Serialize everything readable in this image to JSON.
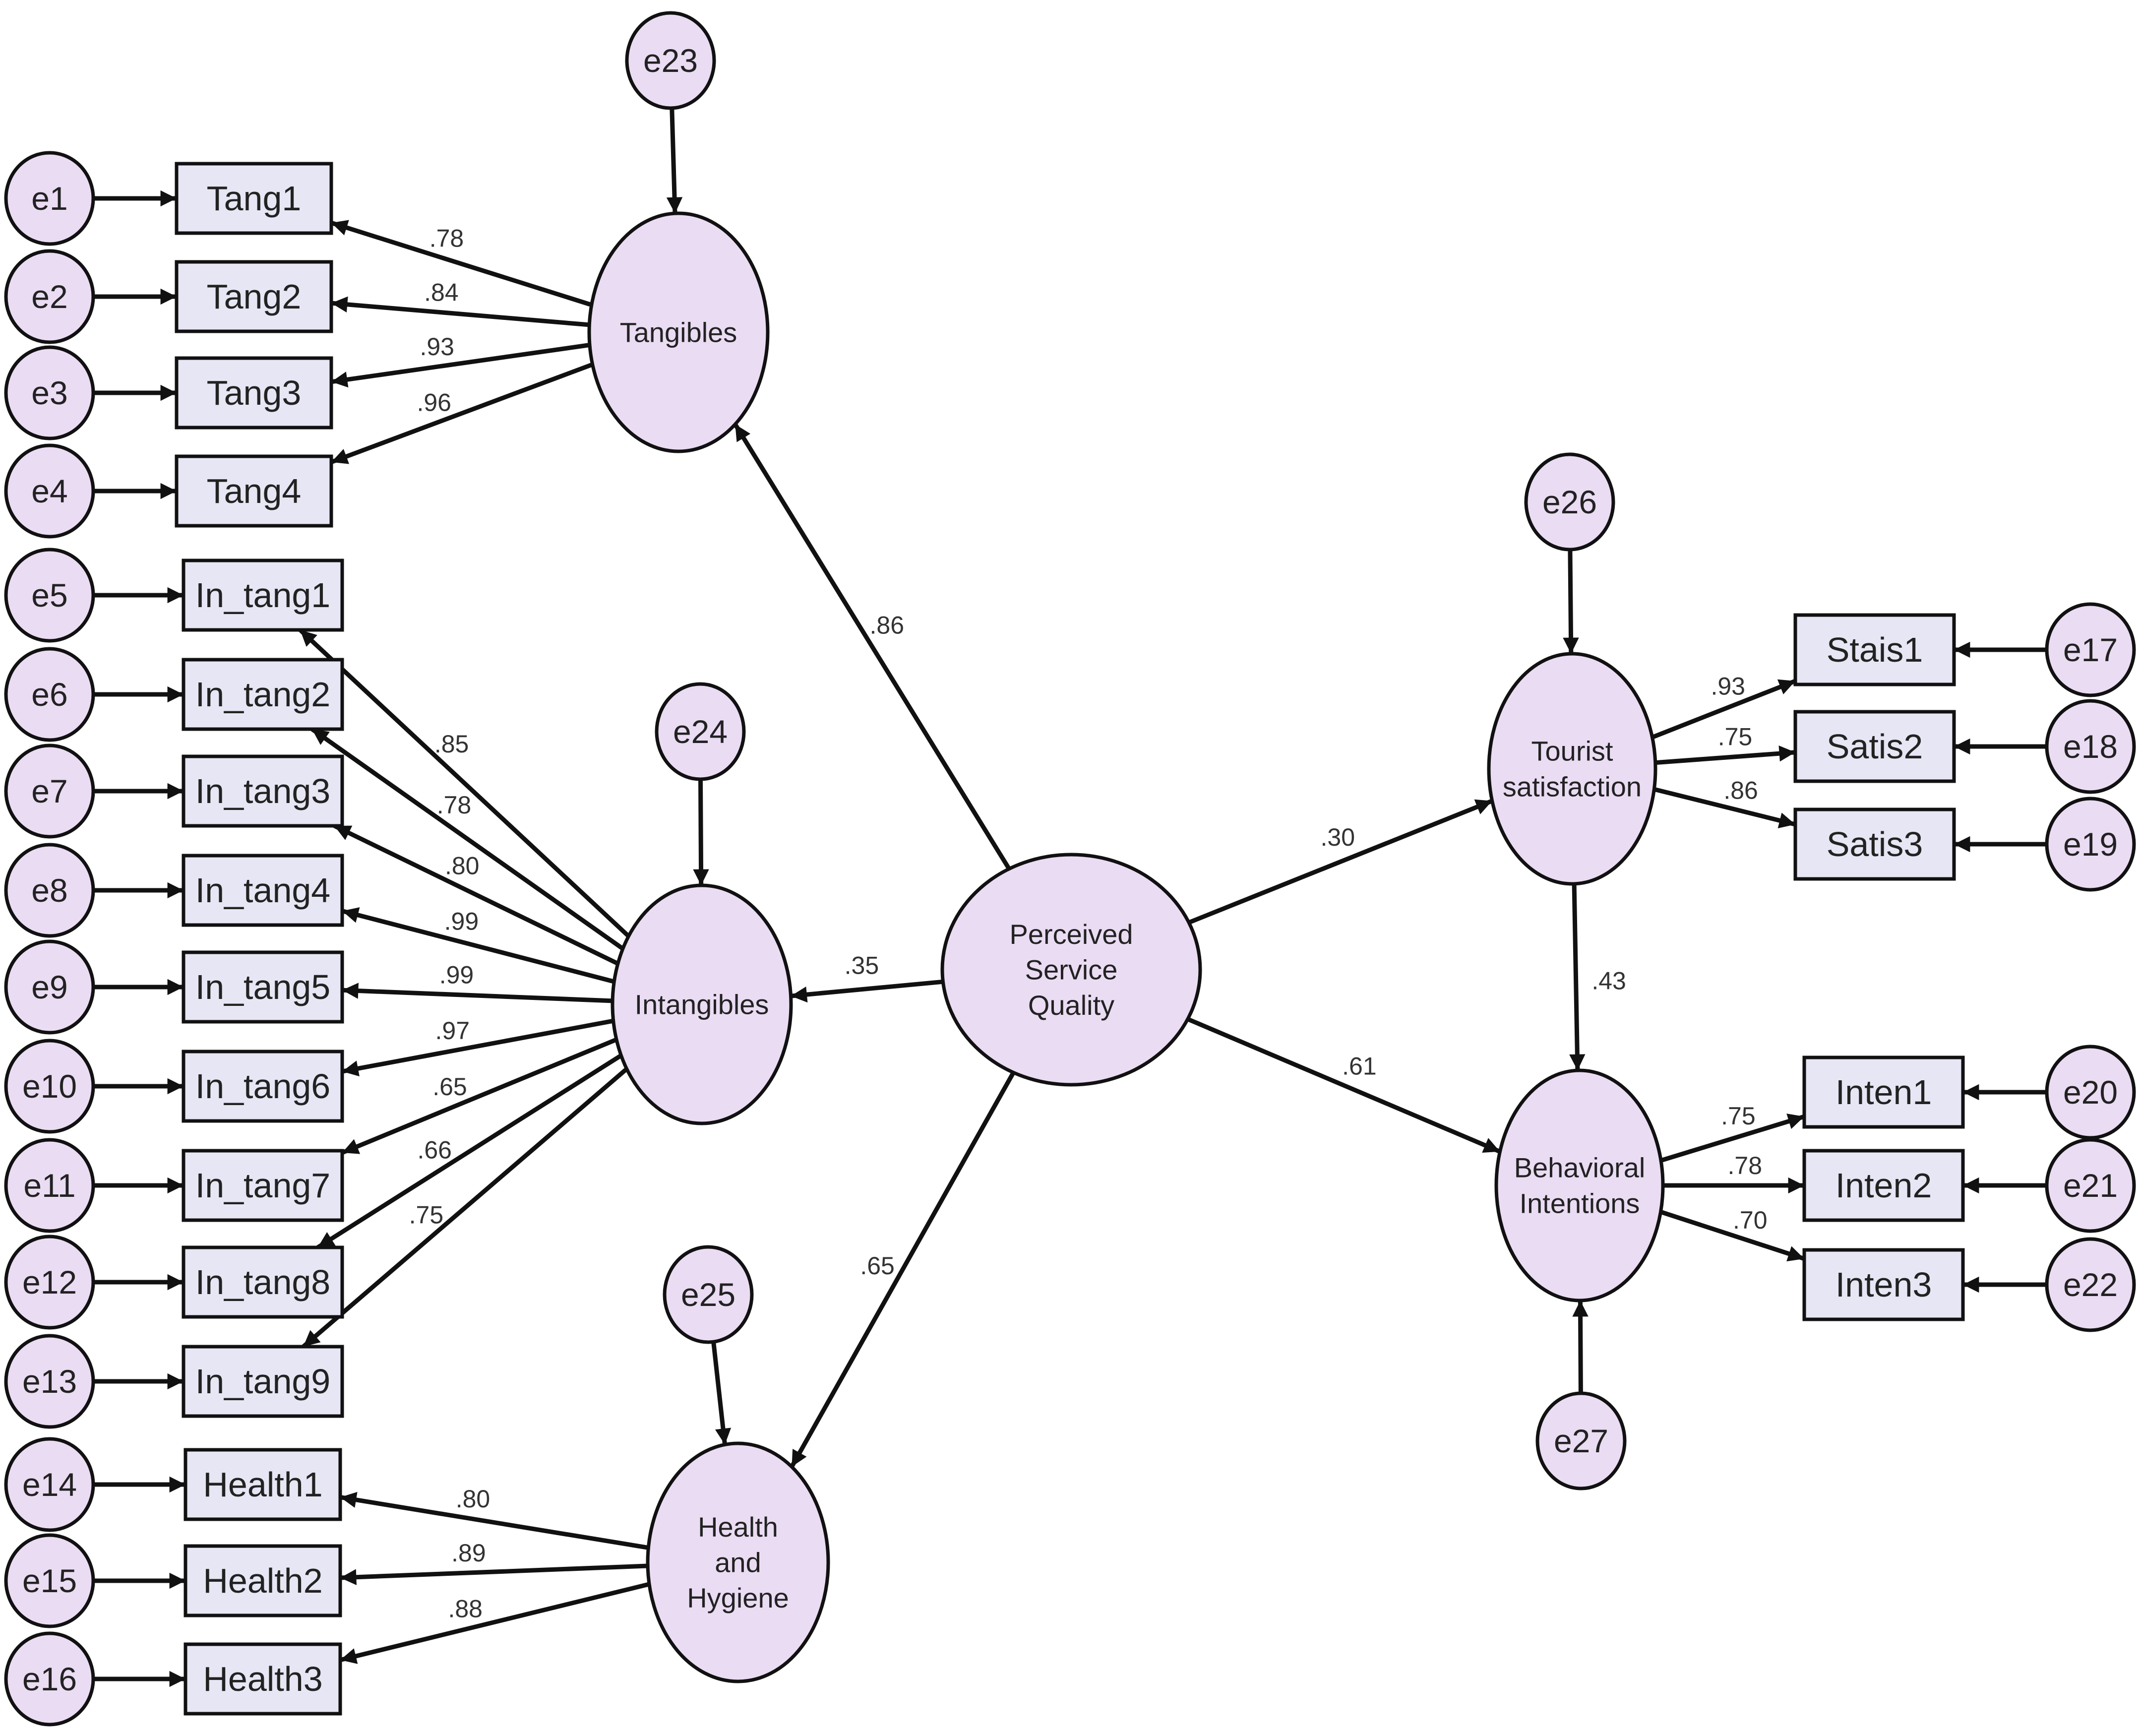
{
  "colors": {
    "ellipse_fill": "#eadcf3",
    "box_fill": "#e6e6f4",
    "stroke": "#111111",
    "text": "#222222"
  },
  "latents": [
    {
      "id": "tangibles",
      "lines": [
        "Tangibles"
      ]
    },
    {
      "id": "intangibles",
      "lines": [
        "Intangibles"
      ]
    },
    {
      "id": "health",
      "lines": [
        "Health",
        "and",
        "Hygiene"
      ]
    },
    {
      "id": "psq",
      "lines": [
        "Perceived",
        "Service",
        "Quality"
      ]
    },
    {
      "id": "satisfaction",
      "lines": [
        "Tourist",
        "satisfaction"
      ]
    },
    {
      "id": "behavior",
      "lines": [
        "Behavioral",
        "Intentions"
      ]
    }
  ],
  "indicators": [
    {
      "id": "tang1",
      "label": "Tang1",
      "error": "e1",
      "factor": "tangibles",
      "loading": ".78"
    },
    {
      "id": "tang2",
      "label": "Tang2",
      "error": "e2",
      "factor": "tangibles",
      "loading": ".84"
    },
    {
      "id": "tang3",
      "label": "Tang3",
      "error": "e3",
      "factor": "tangibles",
      "loading": ".93"
    },
    {
      "id": "tang4",
      "label": "Tang4",
      "error": "e4",
      "factor": "tangibles",
      "loading": ".96"
    },
    {
      "id": "in1",
      "label": "In_tang1",
      "error": "e5",
      "factor": "intangibles",
      "loading": ".85"
    },
    {
      "id": "in2",
      "label": "In_tang2",
      "error": "e6",
      "factor": "intangibles",
      "loading": ".78"
    },
    {
      "id": "in3",
      "label": "In_tang3",
      "error": "e7",
      "factor": "intangibles",
      "loading": ".80"
    },
    {
      "id": "in4",
      "label": "In_tang4",
      "error": "e8",
      "factor": "intangibles",
      "loading": ".99"
    },
    {
      "id": "in5",
      "label": "In_tang5",
      "error": "e9",
      "factor": "intangibles",
      "loading": ".99"
    },
    {
      "id": "in6",
      "label": "In_tang6",
      "error": "e10",
      "factor": "intangibles",
      "loading": ".97"
    },
    {
      "id": "in7",
      "label": "In_tang7",
      "error": "e11",
      "factor": "intangibles",
      "loading": ".65"
    },
    {
      "id": "in8",
      "label": "In_tang8",
      "error": "e12",
      "factor": "intangibles",
      "loading": ".66"
    },
    {
      "id": "in9",
      "label": "In_tang9",
      "error": "e13",
      "factor": "intangibles",
      "loading": ".75"
    },
    {
      "id": "health1",
      "label": "Health1",
      "error": "e14",
      "factor": "health",
      "loading": ".80"
    },
    {
      "id": "health2",
      "label": "Health2",
      "error": "e15",
      "factor": "health",
      "loading": ".89"
    },
    {
      "id": "health3",
      "label": "Health3",
      "error": "e16",
      "factor": "health",
      "loading": ".88"
    },
    {
      "id": "stais1",
      "label": "Stais1",
      "error": "e17",
      "factor": "satisfaction",
      "loading": ".93"
    },
    {
      "id": "satis2",
      "label": "Satis2",
      "error": "e18",
      "factor": "satisfaction",
      "loading": ".75"
    },
    {
      "id": "satis3",
      "label": "Satis3",
      "error": "e19",
      "factor": "satisfaction",
      "loading": ".86"
    },
    {
      "id": "inten1",
      "label": "Inten1",
      "error": "e20",
      "factor": "behavior",
      "loading": ".75"
    },
    {
      "id": "inten2",
      "label": "Inten2",
      "error": "e21",
      "factor": "behavior",
      "loading": ".78"
    },
    {
      "id": "inten3",
      "label": "Inten3",
      "error": "e22",
      "factor": "behavior",
      "loading": ".70"
    }
  ],
  "disturbances": [
    {
      "label": "e23",
      "target": "tangibles"
    },
    {
      "label": "e24",
      "target": "intangibles"
    },
    {
      "label": "e25",
      "target": "health"
    },
    {
      "label": "e26",
      "target": "satisfaction"
    },
    {
      "label": "e27",
      "target": "behavior"
    }
  ],
  "paths": [
    {
      "from": "psq",
      "to": "tangibles",
      "coef": ".86"
    },
    {
      "from": "psq",
      "to": "intangibles",
      "coef": ".35"
    },
    {
      "from": "psq",
      "to": "health",
      "coef": ".65"
    },
    {
      "from": "psq",
      "to": "satisfaction",
      "coef": ".30"
    },
    {
      "from": "psq",
      "to": "behavior",
      "coef": ".61"
    },
    {
      "from": "satisfaction",
      "to": "behavior",
      "coef": ".43"
    }
  ]
}
